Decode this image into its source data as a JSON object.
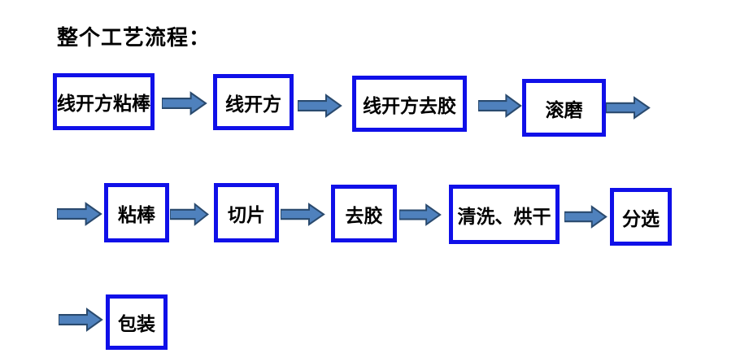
{
  "title": "整个工艺流程：",
  "steps": [
    {
      "label": "线开方粘棒"
    },
    {
      "label": "线开方"
    },
    {
      "label": "线开方去胶"
    },
    {
      "label": "滚磨"
    },
    {
      "label": "粘棒"
    },
    {
      "label": "切片"
    },
    {
      "label": "去胶"
    },
    {
      "label": "清洗、烘干"
    },
    {
      "label": "分选"
    },
    {
      "label": "包装"
    }
  ],
  "icons": {
    "arrow": "right-block-arrow"
  },
  "colors": {
    "background": "#ffffff",
    "text": "#000000",
    "box_border": "#1010e8",
    "arrow_fill": "#4f81bd",
    "arrow_stroke": "#2a4a6e"
  }
}
